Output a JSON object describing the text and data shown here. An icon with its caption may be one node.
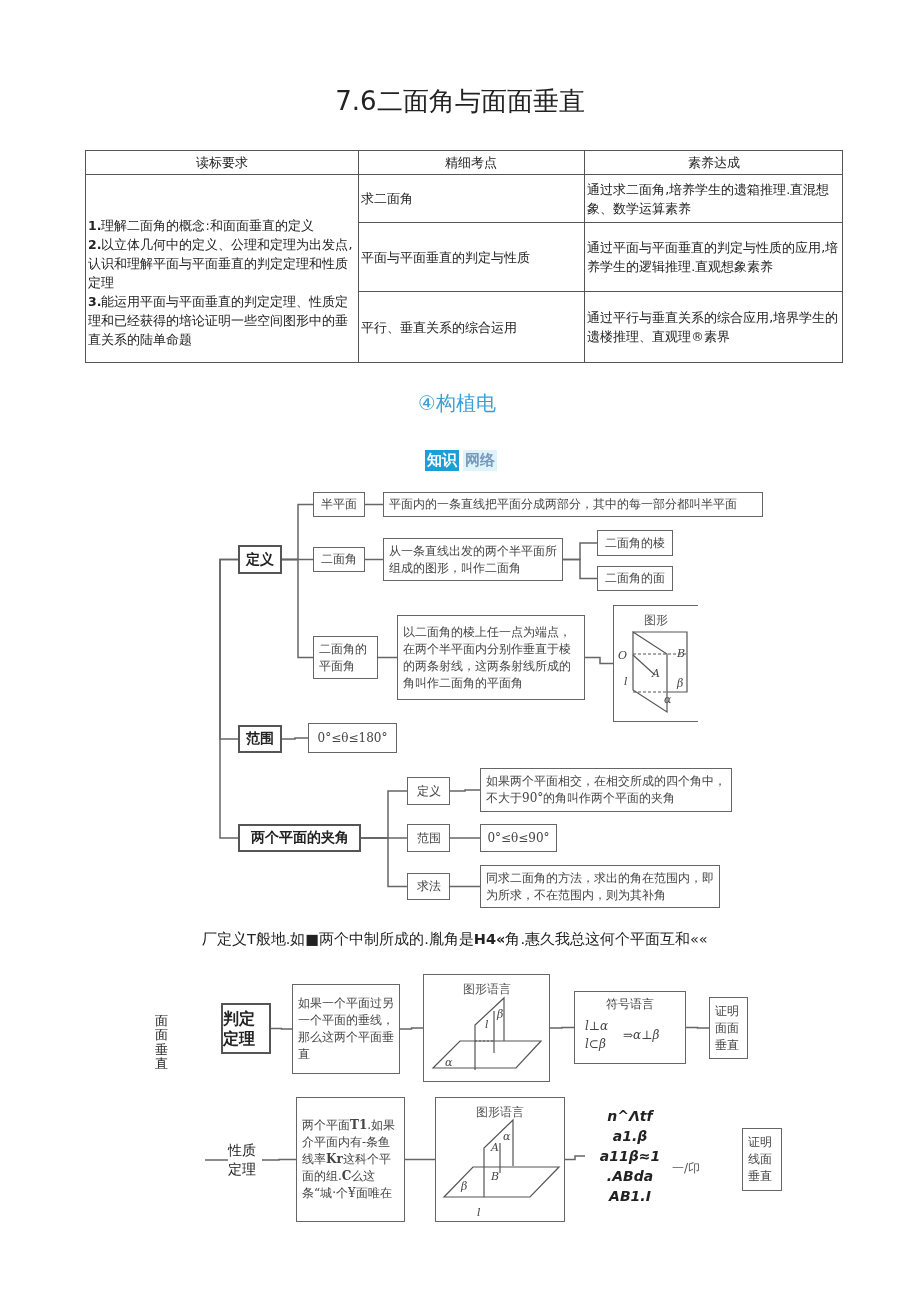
{
  "diagram": {
    "title": "7.6二面角与面面垂直",
    "nodes": [
      {
        "text": [
          "定义"
        ]
      },
      {
        "text": [
          "半平面"
        ]
      },
      {
        "text": [
          "平面内的一条直线把平面分成两部分，其中的每一部分都叫半平面"
        ]
      },
      {
        "text": [
          "二面角"
        ]
      },
      {
        "text": [
          "从一条直线出发的两个半平面所组成的图形，叫作二面角"
        ]
      },
      {
        "text": [
          "二面角的棱"
        ]
      },
      {
        "text": [
          "二面角的面"
        ]
      },
      {
        "text": [
          "二面角的平面角"
        ]
      },
      {
        "text": [
          "以二面角的棱上任一点为端点，在两个半平面内分别作垂直于棱的两条射线，这两条射线所成的角叫作二面角的平面角"
        ]
      },
      {
        "text": [
          "图形"
        ]
      },
      {
        "text": [
          "范围"
        ]
      },
      {
        "text": [
          "0°≤θ≤180°"
        ]
      },
      {
        "text": [
          "两个平面的夹角"
        ]
      },
      {
        "text": [
          "定义"
        ]
      },
      {
        "text": [
          "如果两个平面相交，在相交所成的四个角中，不大于90°的角叫作两个平面的夹角"
        ]
      },
      {
        "text": [
          "范围"
        ]
      },
      {
        "text": [
          "0°≤θ≤90°"
        ]
      },
      {
        "text": [
          "求法"
        ]
      },
      {
        "text": [
          "同求二面角的方法，求出的角在范围内，即为所求，不在范围内，则为其补角"
        ]
      },
      {
        "text": [
          "判定定理"
        ]
      },
      {
        "text": [
          "如果一个平面过另一个平面的垂线，那么这两个平面垂直"
        ]
      },
      {
        "text": [
          "图形语言"
        ]
      },
      {
        "text": [
          "符号语言",
          "l⊥α",
          "l⊂β",
          "⇒α⊥β"
        ]
      },
      {
        "text": [
          "证明面面垂直"
        ]
      },
      {
        "text": [
          "性质定理"
        ]
      },
      {
        "text": [
          "两个平面**T1**.如果介平面内有-条鱼线率**Kr**这科个平面的组.**C**么这条“城·个¥面唯在"
        ]
      },
      {
        "text": [
          "图形语言"
        ]
      },
      {
        "text": [
          "n^Λtf",
          "a1.β",
          "a11β≈1",
          ".ABda",
          "AB1.I"
        ]
      },
      {
        "text": [
          "证明线面垂直"
        ]
      }
    ],
    "edges": [
      {
        "from": 0,
        "to": 1,
        "arrow": "none"
      },
      {
        "from": 0,
        "to": 3,
        "arrow": "none"
      },
      {
        "from": 0,
        "to": 7,
        "arrow": "none"
      },
      {
        "from": 1,
        "to": 2,
        "arrow": "none"
      },
      {
        "from": 3,
        "to": 4,
        "arrow": "none"
      },
      {
        "from": 4,
        "to": 5,
        "arrow": "none"
      },
      {
        "from": 4,
        "to": 6,
        "arrow": "none"
      },
      {
        "from": 7,
        "to": 8,
        "arrow": "none"
      },
      {
        "from": 8,
        "to": 9,
        "arrow": "none"
      },
      {
        "from": 0,
        "to": 10,
        "arrow": "none"
      },
      {
        "from": 0,
        "to": 12,
        "arrow": "none"
      },
      {
        "from": 10,
        "to": 11,
        "arrow": "none"
      },
      {
        "from": 12,
        "to": 13,
        "arrow": "none"
      },
      {
        "from": 12,
        "to": 15,
        "arrow": "none"
      },
      {
        "from": 12,
        "to": 17,
        "arrow": "none"
      },
      {
        "from": 13,
        "to": 14,
        "arrow": "none"
      },
      {
        "from": 15,
        "to": 16,
        "arrow": "none"
      },
      {
        "from": 17,
        "to": 18,
        "arrow": "none"
      },
      {
        "from": 19,
        "to": 20,
        "arrow": "none"
      },
      {
        "from": 20,
        "to": 21,
        "arrow": "none"
      },
      {
        "from": 21,
        "to": 22,
        "arrow": "none"
      },
      {
        "from": 22,
        "to": 23,
        "arrow": "none"
      },
      {
        "from": null,
        "to": 24,
        "arrow": "none"
      },
      {
        "from": 24,
        "to": 25,
        "arrow": "none"
      },
      {
        "from": 25,
        "to": 26,
        "arrow": "none"
      },
      {
        "from": 26,
        "to": 27,
        "arrow": "none"
      }
    ],
    "labels": [
      "读标要求",
      "精细考点",
      "素养达成",
      "**1.**理解二面角的概念:和面面垂直的定义",
      "**2.**以立体几何中的定义、公理和定理为出发点,认识和理解平面与平面垂直的判定定理和性质定理",
      "**3.**能运用平面与平面垂直的判定定理、性质定理和已经获得的培论证明一些空间图形中的垂直关系的陆单命题",
      "求二面角",
      "通过求二面角,培养学生的遗箱推理.直混想象、数学运算素养",
      "平面与平面垂直的判定与性质",
      "通过平面与平面垂直的判定与性质的应用,培养学生的逻辑推理.直观想象素养",
      "平行、垂直关系的综合运用",
      "通过平行与垂直关系的综合应用,培界学生的遗楼推理、直观理®素界",
      "④构植电",
      "知识",
      "网络",
      "O",
      "B",
      "A",
      "l",
      "β",
      "α",
      "厂定义T般地.如■两个中制所成的.胤角是**H4«**角.惠久我总这何个平面互和««",
      "面面垂直",
      "β",
      "l",
      "α",
      "α",
      "A",
      "B",
      "β",
      "l",
      "一/卬"
    ]
  }
}
